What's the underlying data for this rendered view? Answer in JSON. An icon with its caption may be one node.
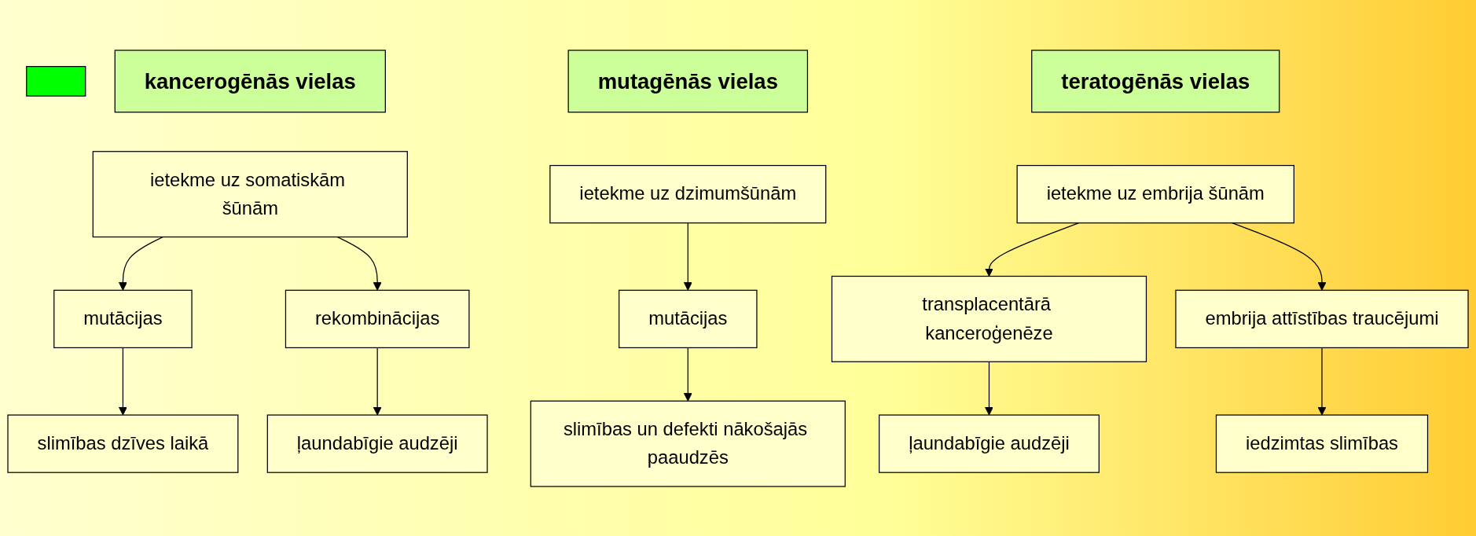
{
  "diagram": {
    "nodes": [
      {
        "text": [],
        "shape": "box"
      },
      {
        "text": [
          "kancerogēnās vielas"
        ]
      },
      {
        "text": [
          "mutagēnās vielas"
        ]
      },
      {
        "text": [
          "teratogēnās vielas"
        ]
      },
      {
        "text": [
          "ietekme uz somatiskām šūnām"
        ]
      },
      {
        "text": [
          "ietekme uz dzimumšūnām"
        ]
      },
      {
        "text": [
          "ietekme uz embrija šūnām"
        ]
      },
      {
        "text": [
          "mutācijas"
        ]
      },
      {
        "text": [
          "rekombinācijas"
        ]
      },
      {
        "text": [
          "mutācijas"
        ]
      },
      {
        "text": [
          "transplacentārā kanceroģenēze"
        ]
      },
      {
        "text": [
          "embrija attīstības traucējumi"
        ]
      },
      {
        "text": [
          "slimības dzīves laikā"
        ]
      },
      {
        "text": [
          "ļaundabīgie audzēji"
        ]
      },
      {
        "text": [
          "slimības un defekti nākošajās paaudzēs"
        ]
      },
      {
        "text": [
          "ļaundabīgie audzēji"
        ]
      },
      {
        "text": [
          "iedzimtas slimības"
        ]
      }
    ],
    "edges": [
      {
        "from": 4,
        "to": 7,
        "arrow": "to"
      },
      {
        "from": 4,
        "to": 8,
        "arrow": "to"
      },
      {
        "from": 5,
        "to": 9,
        "arrow": "to"
      },
      {
        "from": 6,
        "to": 10,
        "arrow": "to"
      },
      {
        "from": 6,
        "to": 11,
        "arrow": "to"
      },
      {
        "from": 7,
        "to": 12,
        "arrow": "to"
      },
      {
        "from": 8,
        "to": 13,
        "arrow": "to"
      },
      {
        "from": 9,
        "to": 14,
        "arrow": "to"
      },
      {
        "from": 10,
        "to": 15,
        "arrow": "to"
      },
      {
        "from": 11,
        "to": 16,
        "arrow": "to"
      }
    ]
  }
}
